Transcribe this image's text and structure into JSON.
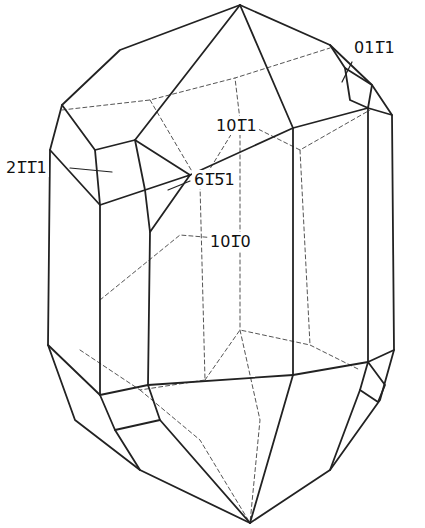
{
  "diagram": {
    "labels": [
      "011̅1",
      "101̅1",
      "21̅1̅1",
      "61̅5̅1",
      "101̅0"
    ]
  }
}
